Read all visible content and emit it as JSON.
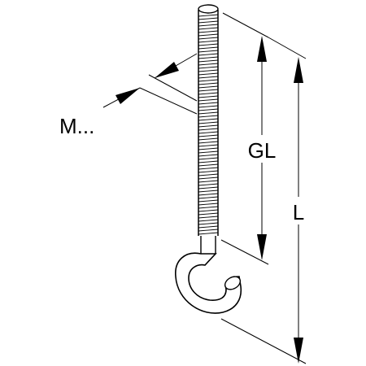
{
  "labels": {
    "thread_size": "M...",
    "thread_length": "GL",
    "total_length": "L"
  },
  "colors": {
    "line": "#000000",
    "background": "#ffffff"
  }
}
